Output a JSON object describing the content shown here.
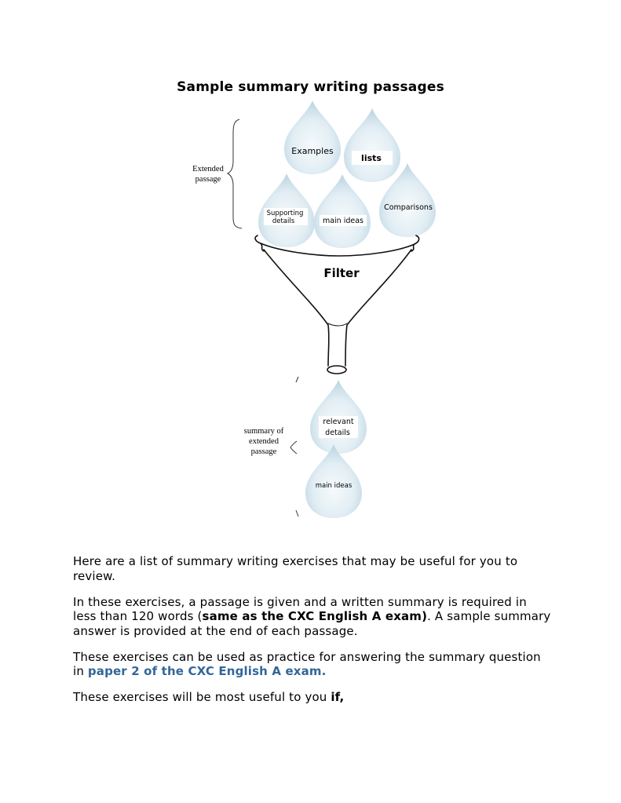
{
  "title": "Sample summary writing passages",
  "diagram": {
    "extended_label_line1": "Extended",
    "extended_label_line2": "passage",
    "drops_top": {
      "examples": "Examples",
      "lists": "lists",
      "supporting_line1": "Supporting",
      "supporting_line2": "details",
      "main_ideas": "main ideas",
      "comparisons": "Comparisons"
    },
    "filter_label": "Filter",
    "summary_label_line1": "summary of",
    "summary_label_line2": "extended",
    "summary_label_line3": "passage",
    "drops_bottom": {
      "relevant_line1": "relevant",
      "relevant_line2": "details",
      "main_ideas": "main ideas"
    }
  },
  "paragraphs": {
    "p1": "Here are a list of summary writing exercises that may be useful for you to review.",
    "p2_a": "In these exercises, a passage is given and a written summary is required in less than 120 words (",
    "p2_bold": "same as the CXC English A exam)",
    "p2_b": ". A sample summary answer is provided at the end of each passage.",
    "p3_a": "These exercises can be used as practice for answering the summary question in ",
    "p3_link": "paper 2 of the CXC English A exam.",
    "p4_a": "These exercises will be most useful to you ",
    "p4_bold": "if,"
  },
  "colors": {
    "link": "#336699",
    "drop_light": "#f3f8fb",
    "drop_dark": "#b9d3e1"
  }
}
